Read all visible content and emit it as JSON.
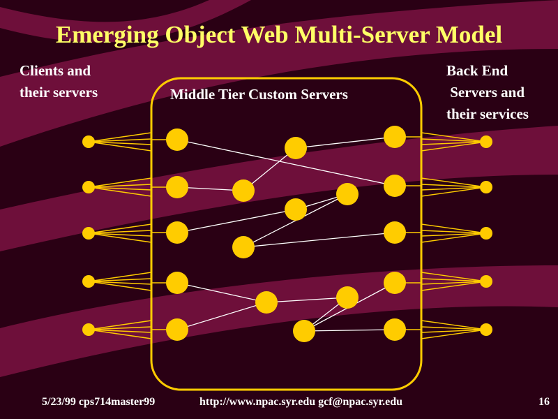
{
  "slide": {
    "title": "Emerging Object Web Multi-Server Model",
    "left_label": [
      "Clients and",
      "their servers"
    ],
    "middle_label": "Middle Tier Custom Servers",
    "right_label": [
      "Back End",
      " Servers and",
      "their services"
    ],
    "footer_left": "5/23/99 cps714master99",
    "footer_center": "http://www.npac.syr.edu gcf@npac.syr.edu",
    "page_number": "16"
  },
  "colors": {
    "background": "#2a0014",
    "swirl": "#6e0f3a",
    "title": "#ffff66",
    "text": "#ffffff",
    "node": "#ffcc00",
    "link": "#ffffff"
  },
  "diagram": {
    "client_count": 5,
    "backend_count": 5,
    "middle_nodes": [
      "L1",
      "L2",
      "L3",
      "L4",
      "L5",
      "R1",
      "R2",
      "R3",
      "R4",
      "R5",
      "C1",
      "C2",
      "C3",
      "C4",
      "C5",
      "C6",
      "C7",
      "C8"
    ],
    "links": [
      [
        "L1",
        "R2"
      ],
      [
        "L2",
        "C2"
      ],
      [
        "C2",
        "C1"
      ],
      [
        "C1",
        "R1"
      ],
      [
        "L3",
        "C3"
      ],
      [
        "C3",
        "C4"
      ],
      [
        "C4",
        "C5"
      ],
      [
        "C5",
        "R3"
      ],
      [
        "L4",
        "C6"
      ],
      [
        "L5",
        "C6"
      ],
      [
        "C6",
        "C7"
      ],
      [
        "C7",
        "C8"
      ],
      [
        "C8",
        "R4"
      ],
      [
        "R5",
        "C8"
      ]
    ]
  }
}
